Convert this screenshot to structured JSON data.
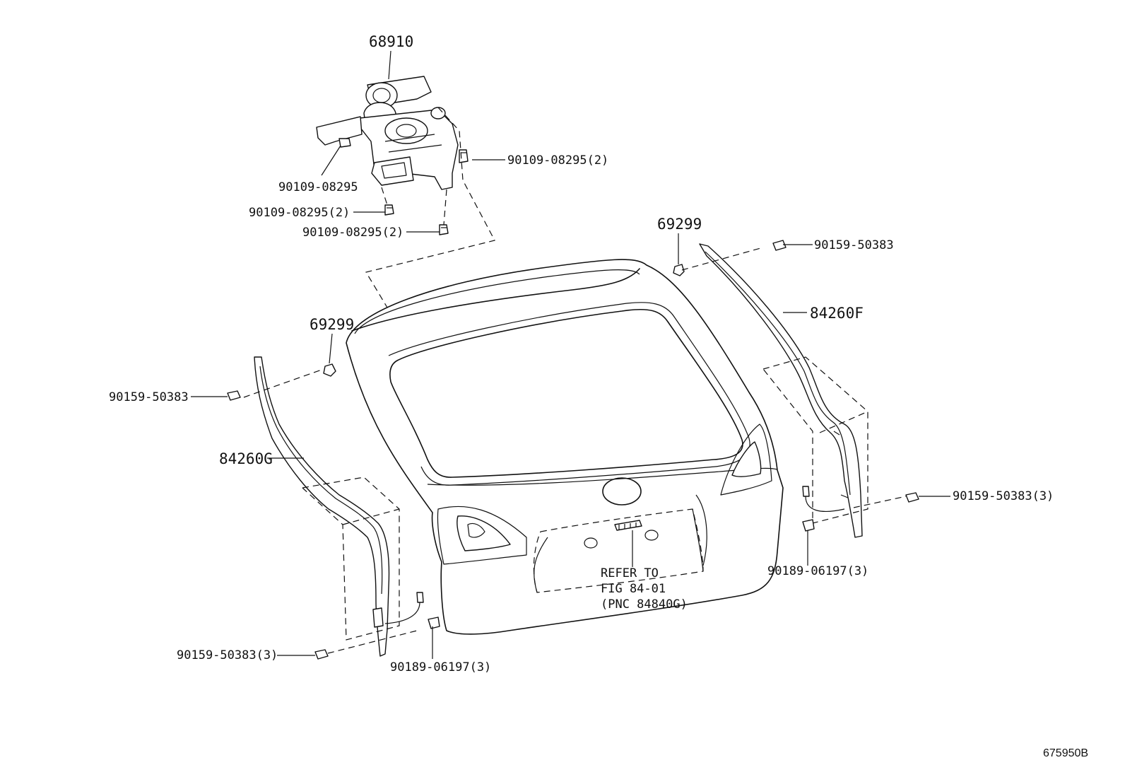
{
  "diagram": {
    "figure_id": "675950B",
    "callouts": {
      "motor_assy": "68910",
      "bolt_motor_left": "90109-08295",
      "bolt_motor_right": "90109-08295(2)",
      "bolt_bracket_1": "90109-08295(2)",
      "bolt_bracket_2": "90109-08295(2)",
      "clip_left": "69299",
      "clip_right": "69299",
      "screw_upper_left": "90159-50383",
      "screw_upper_right": "90159-50383",
      "weatherstrip_right": "84260F",
      "weatherstrip_left": "84260G",
      "screw_lower_right": "90159-50383(3)",
      "screw_lower_left": "90159-50383(3)",
      "clip_lower_right": "90189-06197(3)",
      "clip_lower_left": "90189-06197(3)"
    },
    "reference_note": {
      "line1": "REFER TO",
      "line2": "FIG 84-01",
      "line3": "(PNC 84840G)"
    }
  }
}
